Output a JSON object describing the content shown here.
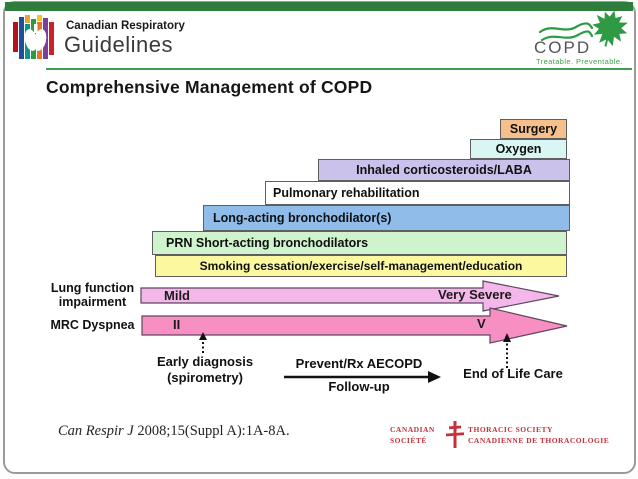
{
  "header": {
    "brand_line1": "Canadian Respiratory",
    "brand_line2": "Guidelines",
    "copd_logo": {
      "title": "COPD",
      "tagline": "Treatable. Preventable."
    }
  },
  "title": "Comprehensive Management of COPD",
  "steps": [
    {
      "label": "Surgery",
      "color": "#F6C08C"
    },
    {
      "label": "Oxygen",
      "color": "#D9F6F5"
    },
    {
      "label": "Inhaled corticosteroids/LABA",
      "color": "#CBC2EC"
    },
    {
      "label": "Pulmonary rehabilitation",
      "color": "#FFFFFF"
    },
    {
      "label": "Long-acting bronchodilator(s)",
      "color": "#8FBCE9"
    },
    {
      "label": "PRN Short-acting bronchodilators",
      "color": "#CEF3CD"
    },
    {
      "label": "Smoking cessation/exercise/self-management/education",
      "color": "#FBF8A0"
    }
  ],
  "axes": [
    {
      "label": [
        "Lung function",
        "impairment"
      ],
      "start": "Mild",
      "end": "Very Severe",
      "color": "#F4B7E9"
    },
    {
      "label": [
        "MRC Dyspnea"
      ],
      "start": "II",
      "end": "V",
      "color": "#F78FC2"
    }
  ],
  "milestones": {
    "early_line1": "Early diagnosis",
    "early_line2": "(spirometry)",
    "prevent_line1": "Prevent/Rx AECOPD",
    "prevent_line2": "Follow-up",
    "end_of_life": "End of Life Care"
  },
  "footer": {
    "citation_journal": "Can Respir J",
    "citation_detail": " 2008;15(Suppl A):1A-8A.",
    "cts": {
      "en_left": "CANADIAN",
      "fr_left": "SOCIÉTÉ",
      "en_right": "THORACIC SOCIETY",
      "fr_right": "CANADIENNE DE THORACOLOGIE"
    }
  },
  "icons": {
    "logo_icon": "lungs-stripes",
    "leaf_icon": "maple-leaf",
    "wave_icon": "breath-waves",
    "cross_icon": "lorraine-cross",
    "dashed_up_arrow": "dashed-up-arrow",
    "right_arrow": "solid-right-arrow"
  },
  "colors": {
    "top_bar_green": "#2F7D3C",
    "separator_green": "#3F9E52",
    "tagline_green": "#3FA34D",
    "leaf_green": "#2E9B44",
    "cts_red": "#C5303A"
  }
}
